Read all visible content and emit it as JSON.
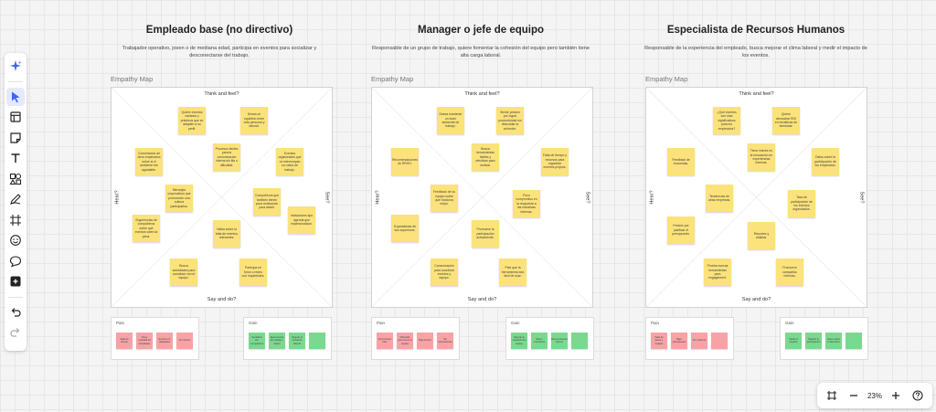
{
  "toolbar": {
    "icons": [
      "sparkle-icon",
      "select-pointer-icon",
      "template-icon",
      "sticky-note-icon",
      "text-icon",
      "shapes-icon",
      "pen-icon",
      "frame-icon",
      "emoji-icon",
      "comment-icon",
      "more-icon",
      "undo-icon",
      "redo-icon"
    ],
    "accent_color": "#4262ff"
  },
  "columns": [
    {
      "title": "Empleado base (no directivo)",
      "description": "Trabajador operativo, joven o de mediana edad, participa en eventos para socializar y desconectarse del trabajo.",
      "map_label": "Empathy Map",
      "quadrants": {
        "top": "Think and feel?",
        "bottom": "Say and do?",
        "left": "Hear?",
        "right": "See?"
      },
      "notes": [
        "Quiere eventos variados y prácticos que se adapten a su perfil.",
        "Desea un equilibrio entre vida personal y laboral.",
        "Comentarios de otros empleados sobre si el ambiente fue agradable.",
        "Procesos fáciles para la comunicación interna sin fila o dificultad.",
        "Eventos organizados que no interrumpan su rutina de trabajo.",
        "Mensajes corporativos que promueven una cultura participativa.",
        "Compañeros que también tienen poca motivación para asistir.",
        "Sugerencias de compañeros sobre qué eventos valen la pena.",
        "Invitaciones tipo agenda que impersonalizan.",
        "Habla sobre la falta de eventos relevantes.",
        "Busca actividades para socializar con el equipo.",
        "Participa en foros o redes con inquietudes."
      ],
      "pain_label": "Pain",
      "pains": [
        "Falta de tiempo",
        "Poca variedad de actividades",
        "Eventos no adaptados",
        "Sin interés"
      ],
      "gain_label": "Gain",
      "gains": [
        "Socializar con compañeros",
        "Desconectar del trabajo y estrés",
        "Mejorar el ambiente laboral",
        ""
      ]
    },
    {
      "title": "Manager o jefe de equipo",
      "description": "Responsable de un grupo de trabajo, quiere fomentar la cohesión del equipo pero también tiene alta carga laboral.",
      "map_label": "Empathy Map",
      "quadrants": {
        "top": "Think and feel?",
        "bottom": "Say and do?",
        "left": "Hear?",
        "right": "See?"
      },
      "notes": [
        "Desea mantener un buen ambiente de trabajo.",
        "Siente presión por lograr productividad sin descuidar la cohesión.",
        "Recomendaciones de RRHH.",
        "Busca herramientas fáciles y efectivas para motivar.",
        "Falta de tiempo y recursos para organizar eventos propios.",
        "Feedback de su equipo sobre qué funciona mejor.",
        "Poco compromiso en la respuesta a las iniciativas internas.",
        "Expectativas de sus superiores.",
        "Promueve la participación activamente.",
        "Comunicación para coordinar eventos y equipo.",
        "Pide que la herramienta sea fácil de usar."
      ],
      "pain_label": "Pain",
      "pains": [
        "Poco tiempo libre",
        "Dificultad para reunir al equipo",
        "Bajo interés",
        "Sin herramientas"
      ],
      "gain_label": "Gain",
      "gains": [
        "Mejorar la cohesión del equipo",
        "Mayor motivación",
        "Reconocimiento interno",
        ""
      ]
    },
    {
      "title": "Especialista de Recursos Humanos",
      "description": "Responsable de la experiencia del empleado, busca mejorar el clima laboral y medir el impacto de los eventos.",
      "map_label": "Empathy Map",
      "quadrants": {
        "top": "Think and feel?",
        "bottom": "Say and do?",
        "left": "Hear?",
        "right": "See?"
      },
      "notes": [
        "¿Qué eventos son más significativos para los empleados?",
        "Quiere demostrar ROI en iniciativas de bienestar.",
        "Tiene interés en la innovación en experiencias internas.",
        "Feedback de encuestas.",
        "Datos sobre la participación de los empleados.",
        "Tendencias de otras empresas.",
        "Tasa de participación de los eventos organizados.",
        "Presión por justificar el presupuesto.",
        "Reportes y análisis.",
        "Prueba nuevas herramientas para engagement.",
        "Promueve campañas internas."
      ],
      "pain_label": "Pain",
      "pains": [
        "Falta de datos e insights",
        "Baja participación",
        "Sin métricas",
        ""
      ],
      "gain_label": "Gain",
      "gains": [
        "Medir el impacto",
        "Mejorar la participación",
        "Datos sobre el bienestar",
        ""
      ]
    }
  ],
  "zoom": {
    "value": "23%",
    "icons": [
      "fit-frame-icon",
      "zoom-out-icon",
      "zoom-in-icon",
      "help-icon"
    ]
  }
}
